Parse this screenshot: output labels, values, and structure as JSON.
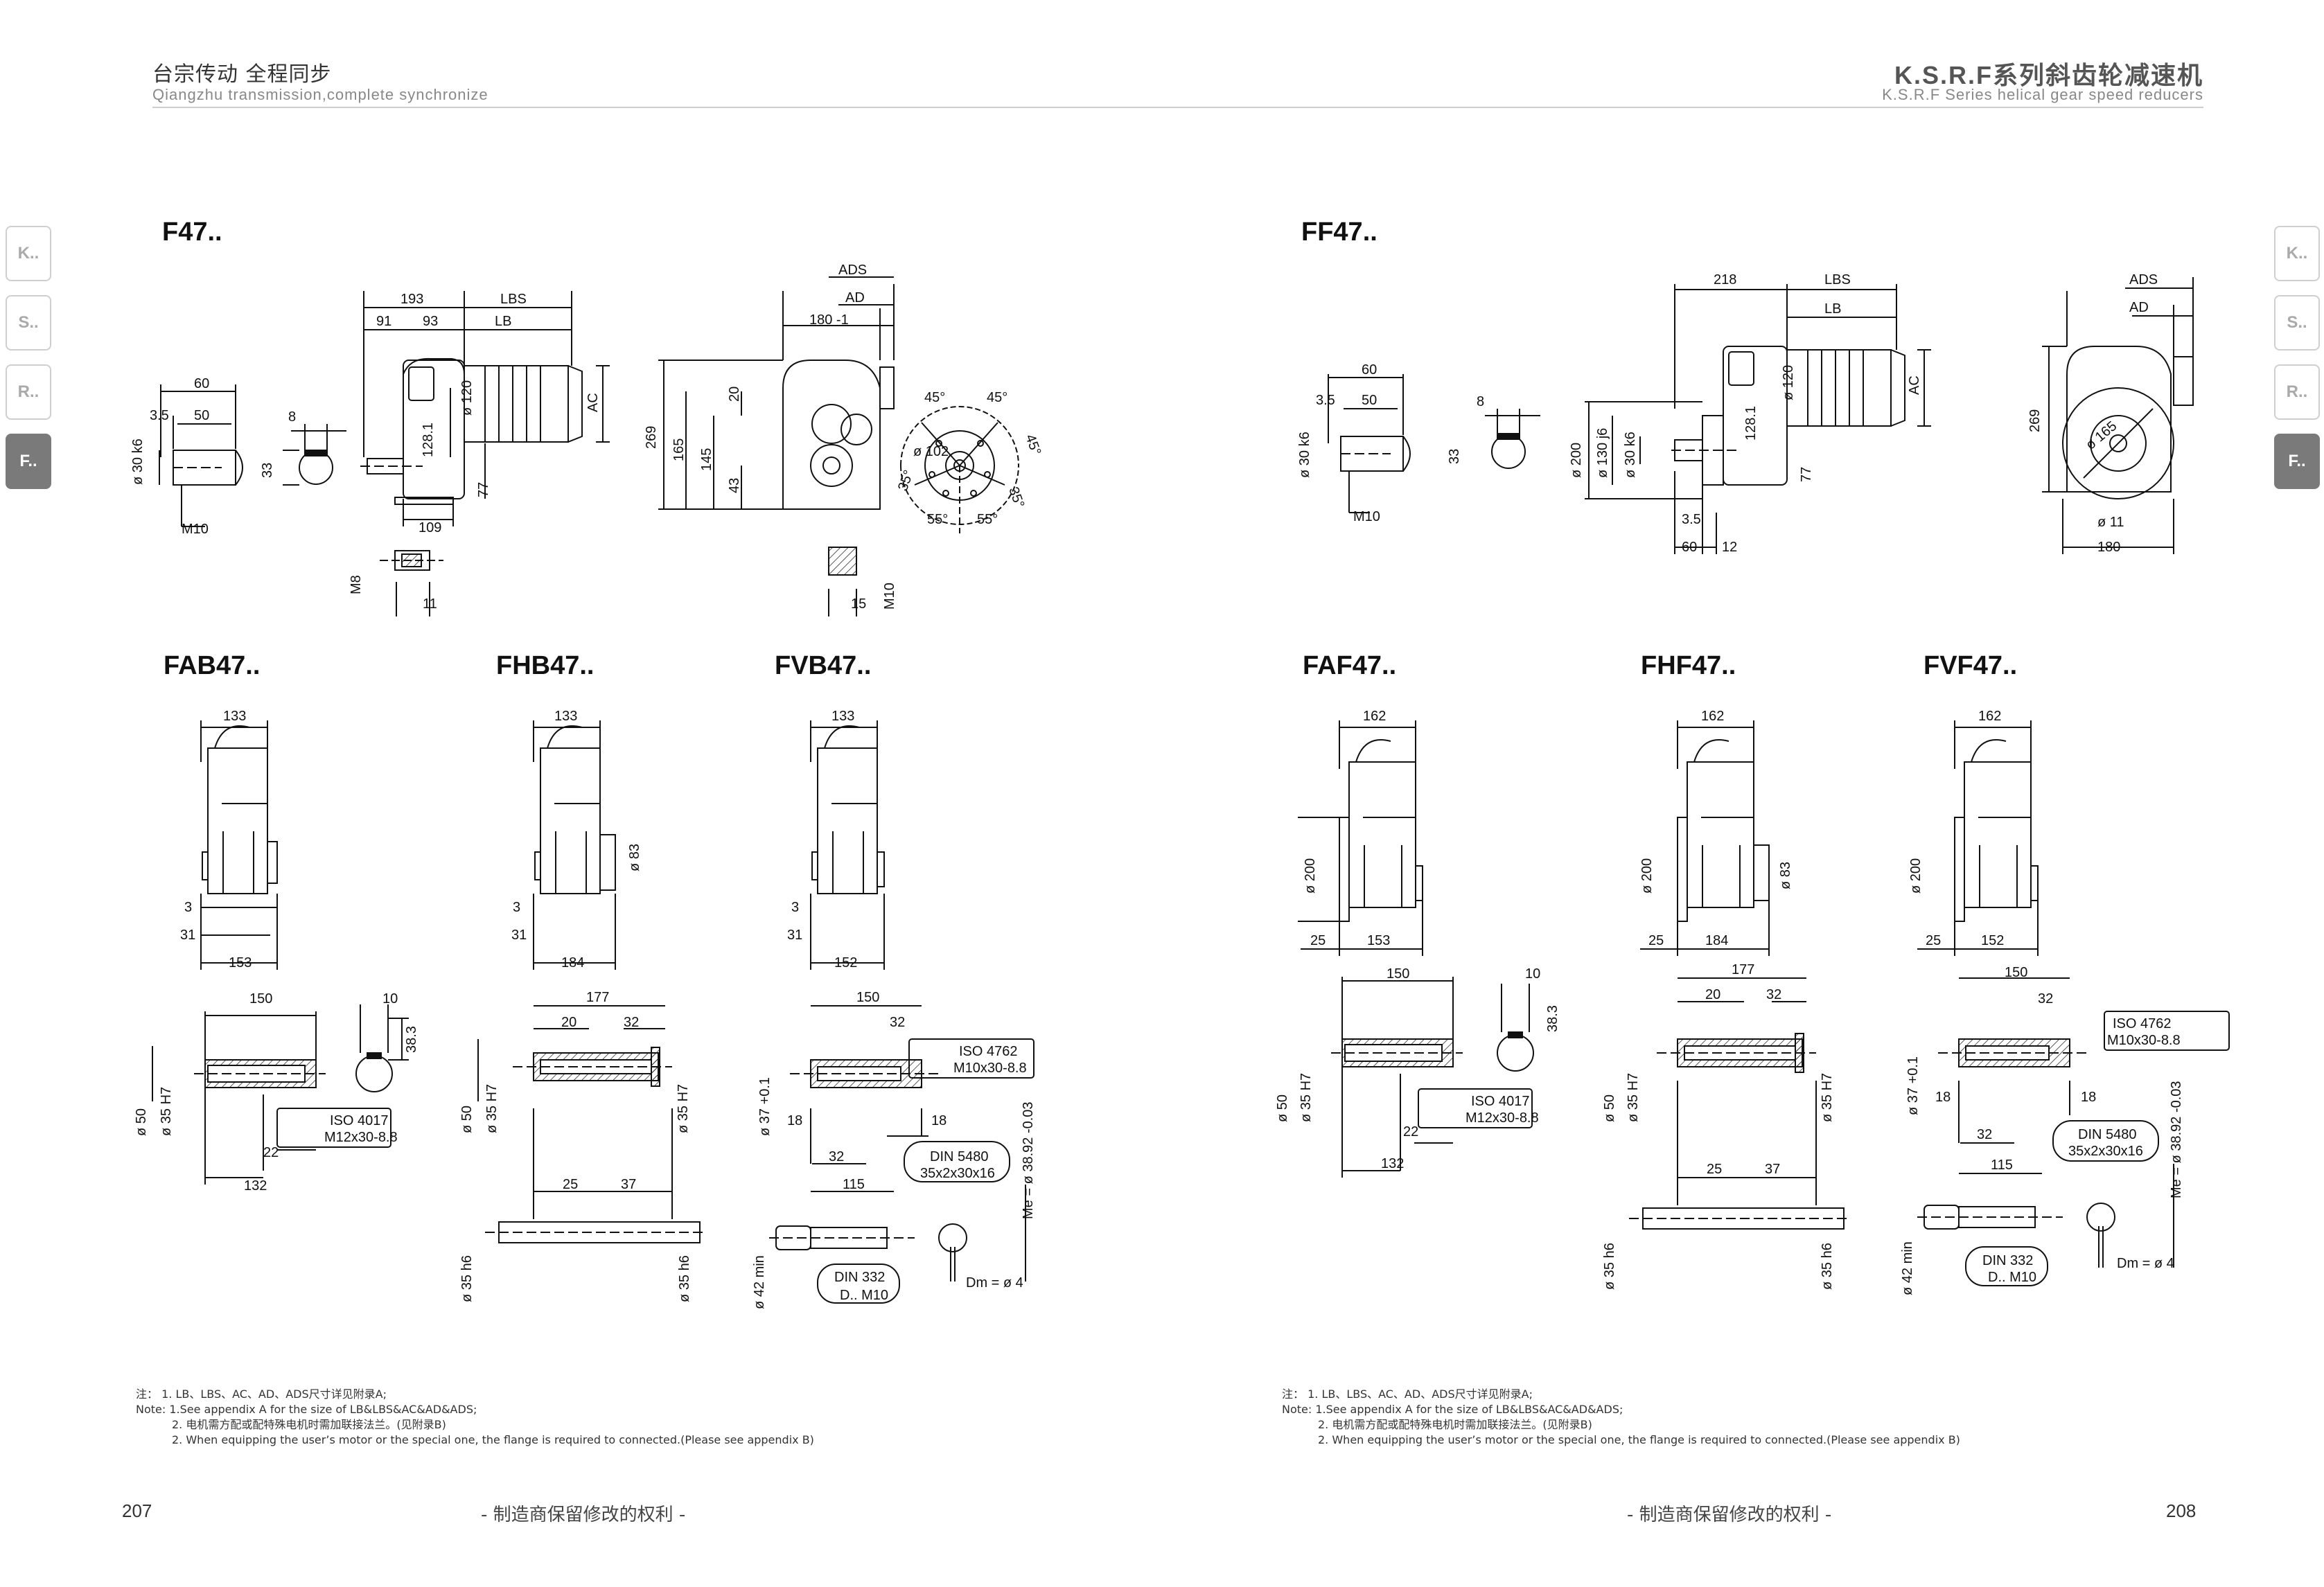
{
  "header": {
    "left_cn": "台宗传动   全程同步",
    "left_en": "Qiangzhu transmission,complete synchronize",
    "right_cn": "K.S.R.F系列斜齿轮减速机",
    "right_en": "K.S.R.F Series helical gear speed reducers"
  },
  "side_tabs": [
    "K..",
    "S..",
    "R..",
    "F.."
  ],
  "models": {
    "f47": "F47..",
    "ff47": "FF47..",
    "fab47": "FAB47..",
    "fhb47": "FHB47..",
    "fvb47": "FVB47..",
    "faf47": "FAF47..",
    "fhf47": "FHF47..",
    "fvf47": "FVF47.."
  },
  "dims": {
    "f47": {
      "w193": "193",
      "w91": "91",
      "w93": "93",
      "lbs": "LBS",
      "lb": "LB",
      "ac": "AC",
      "d120": "ø 120",
      "d128": "128.1",
      "h77": "77",
      "w109": "109",
      "w60": "60",
      "w50": "50",
      "w35": "3.5",
      "d30": "ø 30 k6",
      "m10": "M10",
      "w8": "8",
      "h33": "33",
      "m8": "M8",
      "w11": "11",
      "ads": "ADS",
      "ad": "AD",
      "w180": "180 -1",
      "h269": "269",
      "h165": "165",
      "h145": "145",
      "h43": "43",
      "h20": "20",
      "w15": "15",
      "m10b": "M10",
      "a45a": "45°",
      "a45b": "45°",
      "a45c": "45°",
      "a35a": "35°",
      "a35b": "35°",
      "a55a": "55°",
      "a55b": "55°",
      "d102": "ø 102"
    },
    "ff47": {
      "w218": "218",
      "lbs": "LBS",
      "lb": "LB",
      "ac": "AC",
      "d120": "ø 120",
      "d128": "128.1",
      "h77": "77",
      "d200": "ø 200",
      "d130": "ø 130 j6",
      "d30": "ø 30 k6",
      "w35": "3.5",
      "w60": "60",
      "w12": "12",
      "w60a": "60",
      "w50a": "50",
      "w35a": "3.5",
      "d30a": "ø 30 k6",
      "m10": "M10",
      "w8": "8",
      "h33": "33",
      "ads": "ADS",
      "ad": "AD",
      "h269": "269",
      "d165": "ø 165",
      "d11": "ø 11",
      "w180": "180"
    },
    "fab47": {
      "w133": "133",
      "w3": "3",
      "w31": "31",
      "w153": "153",
      "w150": "150",
      "w10": "10",
      "h383": "38.3",
      "d50": "ø 50",
      "d35": "ø 35 H7",
      "w22": "22",
      "w132": "132",
      "iso_a": "ISO 4017",
      "iso_b": "M12x30-8.8"
    },
    "fhb47": {
      "w133": "133",
      "d83": "ø 83",
      "w3": "3",
      "w31": "31",
      "w184": "184",
      "w177": "177",
      "w20": "20",
      "w32": "32",
      "d50": "ø 50",
      "d35": "ø 35 H7",
      "d35r": "ø 35 H7",
      "w25": "25",
      "w37": "37",
      "d35h6a": "ø 35 h6",
      "d35h6b": "ø 35 h6"
    },
    "fvb47": {
      "w133": "133",
      "w3": "3",
      "w31": "31",
      "w152": "152",
      "w150": "150",
      "w32": "32",
      "iso_a": "ISO 4762",
      "iso_b": "M10x30-8.8",
      "d37": "ø 37 +0.1",
      "w18a": "18",
      "w18b": "18",
      "w32b": "32",
      "din_a": "DIN 5480",
      "din_b": "35x2x30x16",
      "me": "Me = ø 38.92 -0.03",
      "w115": "115",
      "d42": "ø 42 min",
      "din332a": "DIN 332",
      "din332b": "D.. M10",
      "dm": "Dm = ø 4"
    },
    "faf47": {
      "w162": "162",
      "d200": "ø 200",
      "w25": "25",
      "w153": "153",
      "w150": "150",
      "w10": "10",
      "h383": "38.3",
      "d50": "ø 50",
      "d35": "ø 35 H7",
      "w22": "22",
      "w132": "132",
      "iso_a": "ISO 4017",
      "iso_b": "M12x30-8.8"
    },
    "fhf47": {
      "w162": "162",
      "d200": "ø 200",
      "d83": "ø 83",
      "w25": "25",
      "w184": "184",
      "w177": "177",
      "w20": "20",
      "w32": "32",
      "d50": "ø 50",
      "d35": "ø 35 H7",
      "d35r": "ø 35 H7",
      "w25b": "25",
      "w37": "37",
      "d35h6a": "ø 35 h6",
      "d35h6b": "ø 35 h6"
    },
    "fvf47": {
      "w162": "162",
      "d200": "ø 200",
      "w25": "25",
      "w152": "152",
      "w150": "150",
      "w32": "32",
      "iso_a": "ISO 4762",
      "iso_b": "M10x30-8.8",
      "d37": "ø 37 +0.1",
      "w18a": "18",
      "w18b": "18",
      "w32b": "32",
      "din_a": "DIN 5480",
      "din_b": "35x2x30x16",
      "me": "Me = ø 38.92 -0.03",
      "w115": "115",
      "d42": "ø 42 min",
      "din332a": "DIN 332",
      "din332b": "D.. M10",
      "dm": "Dm = ø 4"
    }
  },
  "notes": {
    "l1": "注：  1. LB、LBS、AC、AD、ADS尺寸详见附录A;",
    "l2": "Note: 1.See appendix A for the size of LB&LBS&AC&AD&ADS;",
    "l3": "2. 电机需方配或配特殊电机时需加联接法兰。(见附录B)",
    "l4": "2. When equipping the user’s motor or the special one, the flange is required to connected.(Please see appendix B)"
  },
  "footer": {
    "left_page": "207",
    "right_page": "208",
    "center_note": "- 制造商保留修改的权利 -"
  }
}
